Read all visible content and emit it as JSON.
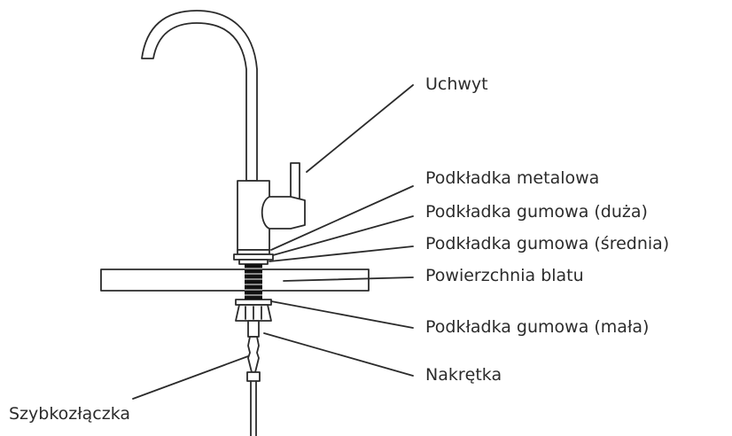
{
  "labels": {
    "handle": "Uchwyt",
    "metal_washer": "Podkładka metalowa",
    "rubber_washer_large": "Podkładka gumowa (duża)",
    "rubber_washer_medium": "Podkładka gumowa (średnia)",
    "countertop": "Powierzchnia blatu",
    "rubber_washer_small": "Podkładka gumowa (mała)",
    "nut": "Nakrętka",
    "quick_connector": "Szybkozłączka"
  },
  "colors": {
    "line": "#2b2b2b",
    "fill": "#ffffff",
    "thread": "#111111"
  }
}
